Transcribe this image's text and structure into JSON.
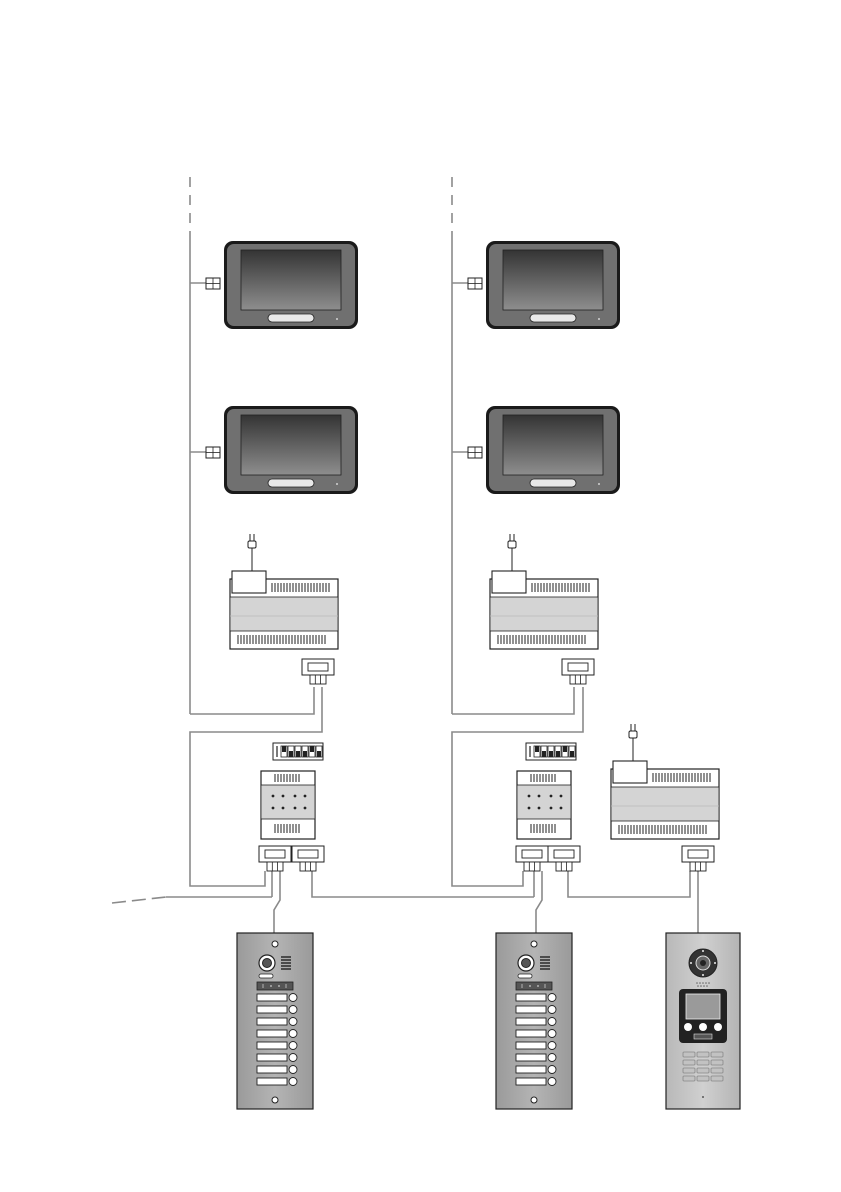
{
  "diagram": {
    "title": "",
    "columns": [
      {
        "id": "left",
        "monitors": [
          {
            "buttons": [
              "◄)",
              "▮",
              "⊸"
            ]
          },
          {
            "buttons": [
              "◄)",
              "▮",
              "⊸"
            ]
          }
        ],
        "power_supply": {
          "mains_plug": true
        },
        "distributor": {
          "dip_switch_positions": 6
        },
        "door_station": {
          "type": "push-button",
          "call_buttons": 8
        }
      },
      {
        "id": "right",
        "monitors": [
          {
            "buttons": [
              "◄)",
              "▮",
              "⊸"
            ]
          },
          {
            "buttons": [
              "◄)",
              "▮",
              "⊸"
            ]
          }
        ],
        "power_supply": {
          "mains_plug": true
        },
        "distributor": {
          "dip_switch_positions": 6
        },
        "door_station": {
          "type": "push-button",
          "call_buttons": 8
        }
      }
    ],
    "extra": {
      "power_supply": {
        "mains_plug": true
      },
      "door_station": {
        "type": "keypad-display",
        "keypad_rows": 3
      }
    },
    "colors": {
      "line": "#8a8a8a",
      "frame": "#1a1a1a",
      "bezel": "#6e6e6e",
      "screen_dark": "#3a3a3a",
      "screen_light": "#8c8c8c",
      "panel_steel": "#a9a9a9"
    }
  }
}
